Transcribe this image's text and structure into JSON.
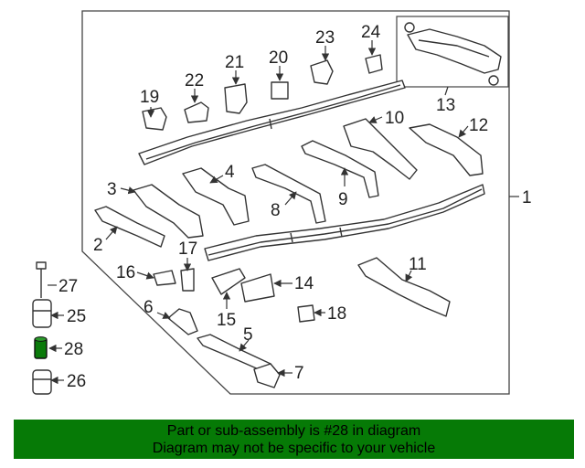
{
  "diagram": {
    "callouts": {
      "c1": "1",
      "c2": "2",
      "c3": "3",
      "c4": "4",
      "c5": "5",
      "c6": "6",
      "c7": "7",
      "c8": "8",
      "c9": "9",
      "c10": "10",
      "c11": "11",
      "c12": "12",
      "c13": "13",
      "c14": "14",
      "c15": "15",
      "c16": "16",
      "c17": "17",
      "c18": "18",
      "c19": "19",
      "c20": "20",
      "c21": "21",
      "c22": "22",
      "c23": "23",
      "c24": "24",
      "c25": "25",
      "c26": "26",
      "c27": "27",
      "c28": "28"
    },
    "highlighted_part": "28",
    "colors": {
      "line": "#333333",
      "highlight": "#0a7a0a",
      "banner": "#067a06"
    }
  },
  "banner": {
    "line1": "Part or sub-assembly is #28 in diagram",
    "line2": "Diagram may not be specific to your vehicle"
  }
}
